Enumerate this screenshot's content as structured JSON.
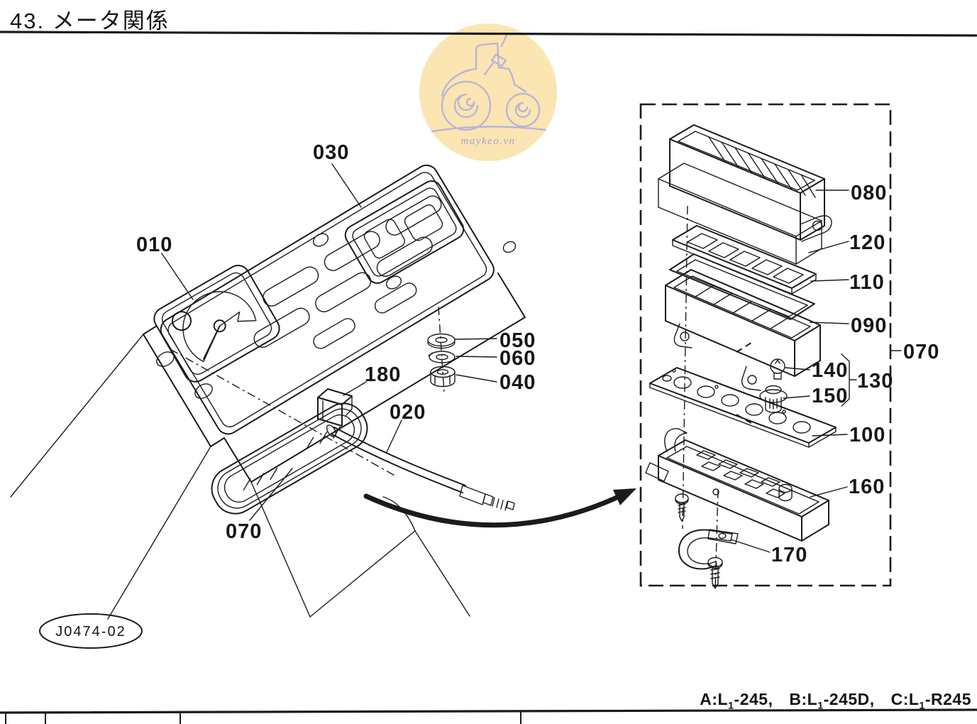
{
  "page": {
    "title": "43. メータ関係",
    "stamp": "J0474-02",
    "footer_models": [
      {
        "prefix": "A:L",
        "sub": "1",
        "suffix": "-245,"
      },
      {
        "prefix": "B:L",
        "sub": "1",
        "suffix": "-245D,"
      },
      {
        "prefix": "C:L",
        "sub": "1",
        "suffix": "-R245"
      }
    ]
  },
  "watermark": {
    "text": "maykeo.vn"
  },
  "callouts": {
    "c010": "010",
    "c020": "020",
    "c030": "030",
    "c040": "040",
    "c050": "050",
    "c060": "060",
    "c070_panel": "070",
    "c070_assembly": "070",
    "c080": "080",
    "c090": "090",
    "c100": "100",
    "c110": "110",
    "c120": "120",
    "c130": "130",
    "c140": "140",
    "c150": "150",
    "c160": "160",
    "c170": "170",
    "c180": "180"
  },
  "colors": {
    "line": "#1b1b1b",
    "watermark_bg": "#fae5b4",
    "watermark_line": "#b7b1d8"
  }
}
